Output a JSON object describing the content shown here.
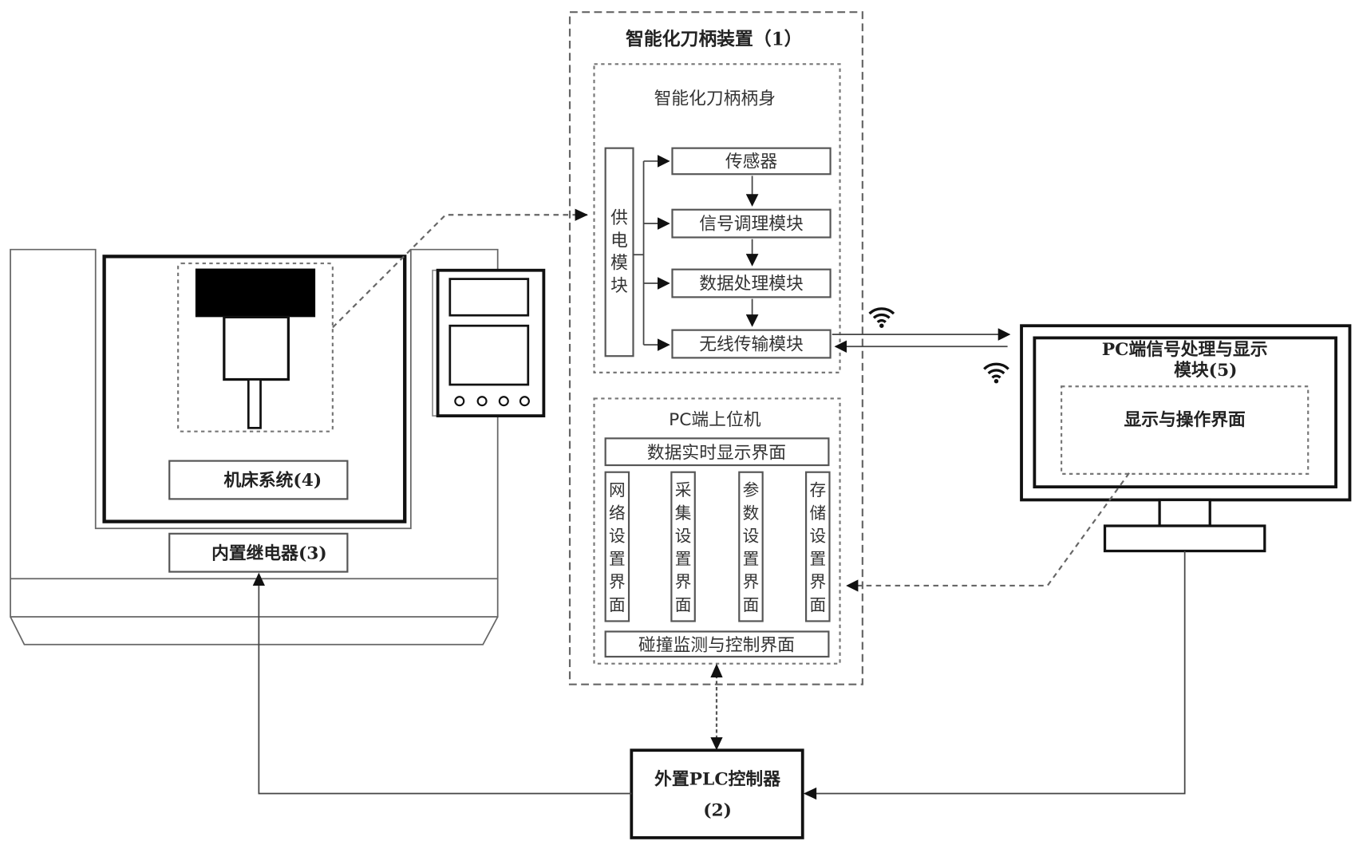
{
  "device": {
    "title": "智能化刀柄装置（1）",
    "body": {
      "title": "智能化刀柄柄身",
      "power_module": "供电模块",
      "modules": [
        "传感器",
        "信号调理模块",
        "数据处理模块",
        "无线传输模块"
      ]
    },
    "pc_host": {
      "title": "PC端上位机",
      "realtime_display": "数据实时显示界面",
      "settings": [
        "网络设置界面",
        "采集设置界面",
        "参数设置界面",
        "存储设置界面"
      ],
      "collision_monitor": "碰撞监测与控制界面"
    }
  },
  "machine": {
    "system_label": "机床系统(4)",
    "relay_label": "内置继电器(3)"
  },
  "pc_module": {
    "title_line1": "PC端信号处理与显示",
    "title_line2": "模块(5)",
    "interface_label": "显示与操作界面"
  },
  "plc": {
    "line1": "外置PLC控制器",
    "line2": "(2)"
  },
  "icons": {
    "wireless_tx": "wifi-icon",
    "wireless_rx": "wifi-icon"
  }
}
